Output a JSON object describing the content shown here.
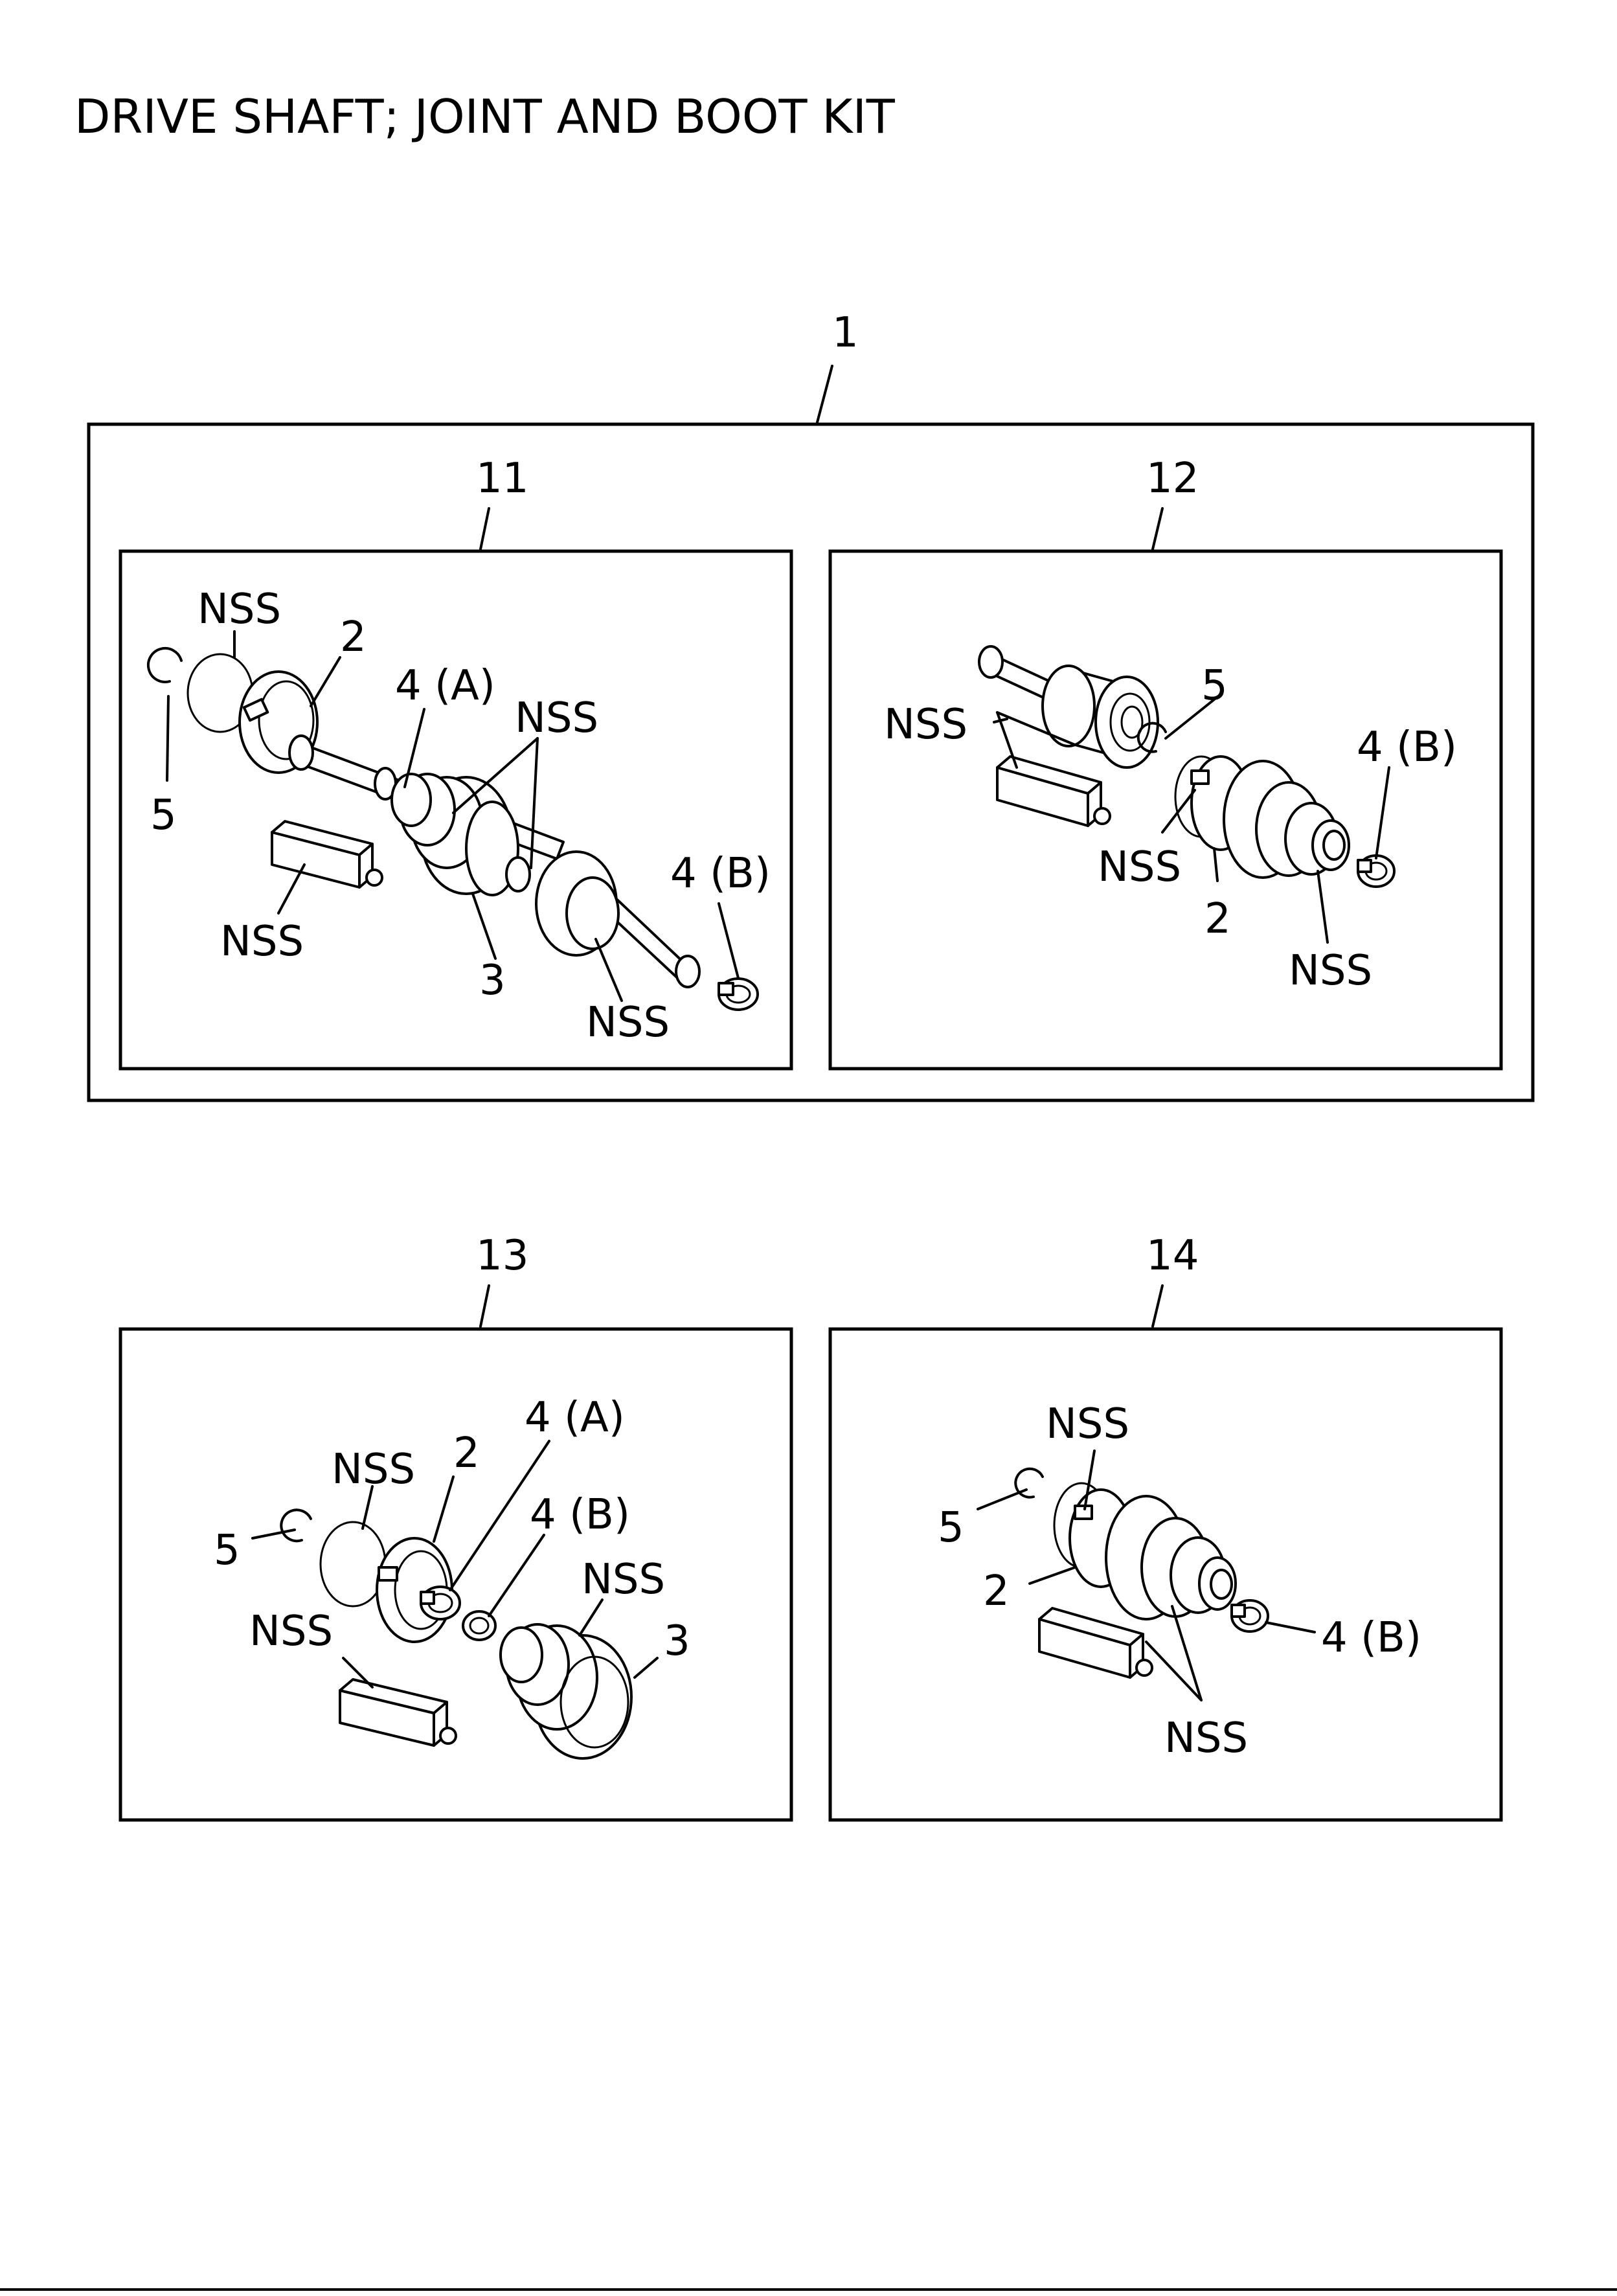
{
  "title": "DRIVE SHAFT; JOINT AND BOOT KIT",
  "callouts": {
    "assembly": "1",
    "kit_11": "11",
    "kit_12": "12",
    "kit_13": "13",
    "kit_14": "14"
  },
  "panel_11": {
    "nss_ring": "NSS",
    "band": "2",
    "clip": "5",
    "clamp_a": "4 (A)",
    "nss_boot": "NSS",
    "grease": "NSS",
    "boot": "3",
    "clamp_b": "4 (B)",
    "nss_joint": "NSS"
  },
  "panel_12": {
    "nss_joint": "NSS",
    "clip": "5",
    "clamp_b": "4 (B)",
    "nss_ring": "NSS",
    "band": "2",
    "nss_boot": "NSS"
  },
  "panel_13": {
    "clamp_a": "4 (A)",
    "band": "2",
    "nss_ring": "NSS",
    "clamp_b": "4 (B)",
    "clip": "5",
    "nss_boot": "NSS",
    "grease": "NSS",
    "boot": "3"
  },
  "panel_14": {
    "nss_ring": "NSS",
    "clip": "5",
    "band": "2",
    "clamp_b": "4 (B)",
    "nss_boot": "NSS"
  }
}
